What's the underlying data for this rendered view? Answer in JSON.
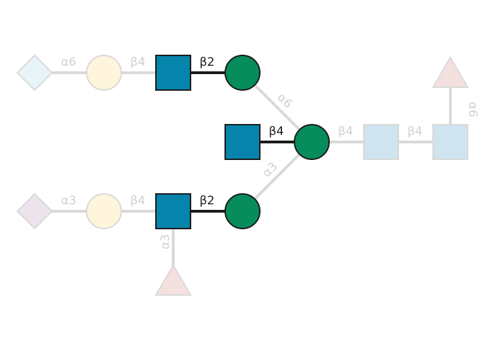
{
  "diagram": {
    "title": "Glycan structure",
    "colors": {
      "glcnac": "#0784AB",
      "man": "#078C5B",
      "faded_edge": "#D9D9D9",
      "active_edge": "#1A1A1A",
      "faded_text": "#D0D0D0",
      "active_text": "#1A1A1A",
      "neu5gc_fill": "#E8F5F8",
      "gal_fill": "#FFF4DC",
      "neu5ac_fill": "#EDE3EC",
      "fuc_fill": "#F5E0E0",
      "faded_glcnac_fill": "#CFE4EF"
    },
    "labels": {
      "l_top_a6": "α6",
      "l_top_b4": "β4",
      "l_top_b2": "β2",
      "l_man_a6": "α6",
      "l_bis_b4": "β4",
      "l_man_a3": "α3",
      "l_core_b4a": "β4",
      "l_core_b4b": "β4",
      "l_corefuc_a6": "α6",
      "l_bot_a3": "α3",
      "l_bot_b4": "β4",
      "l_bot_b2": "β2",
      "l_botfuc_a3": "α3"
    },
    "nodes": {
      "top_neu5gc": "NeuGc (diamond)",
      "top_gal": "Gal (circle)",
      "top_glcnac": "GlcNAc (square)",
      "top_man": "Man (circle)",
      "bis_glcnac": "GlcNAc (square)",
      "core_man": "Man (circle)",
      "core_glcnac1": "GlcNAc (square)",
      "core_glcnac2": "GlcNAc (square)",
      "core_fuc": "Fuc (triangle)",
      "bot_neu5ac": "NeuAc (diamond)",
      "bot_gal": "Gal (circle)",
      "bot_glcnac": "GlcNAc (square)",
      "bot_man": "Man (circle)",
      "bot_fuc": "Fuc (triangle)"
    }
  }
}
